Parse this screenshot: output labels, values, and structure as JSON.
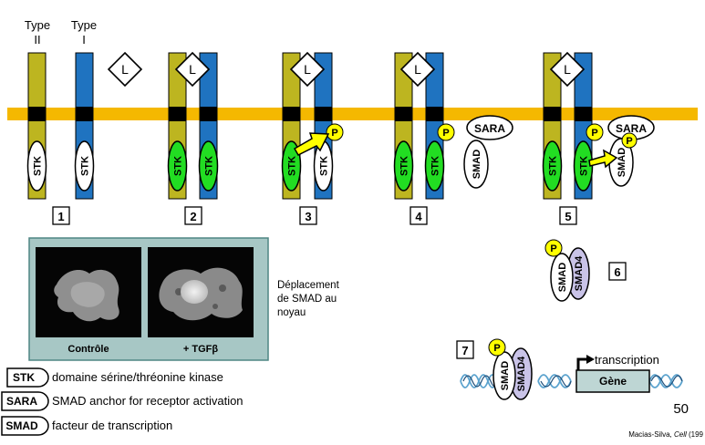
{
  "colors": {
    "membrane": "#F5B800",
    "type_ii": "#BDB520",
    "type_i": "#1F73C0",
    "stk_active": "#22DD22",
    "phospho": "#FFFF00",
    "smad4": "#C9C3E8",
    "panel_bg": "#A7C7C5",
    "gene_box": "#BED6D4"
  },
  "header": {
    "type_ii": [
      "Type",
      "II"
    ],
    "type_i": [
      "Type",
      "I"
    ]
  },
  "labels": {
    "ligand": "L",
    "stk": "STK",
    "phospho": "P",
    "sara": "SARA",
    "smad": "SMAD",
    "smad4": "SMAD4"
  },
  "steps": [
    "1",
    "2",
    "3",
    "4",
    "5",
    "6",
    "7"
  ],
  "micrograph": {
    "caption_left": "Contrôle",
    "caption_right": "+ TGFβ"
  },
  "translocation_note": [
    "Déplacement",
    "de SMAD au",
    "noyau"
  ],
  "legend": [
    {
      "abbr": "STK",
      "text": "domaine sérine/thréonine kinase"
    },
    {
      "abbr": "SARA",
      "text": "SMAD anchor for receptor activation"
    },
    {
      "abbr": "SMAD",
      "text": "facteur de transcription"
    }
  ],
  "gene": {
    "transcription": "transcription",
    "name": "Gène"
  },
  "slide_number": "50",
  "citation": {
    "author": "Macias-Silva, ",
    "journal": "Cell",
    "year": " (199"
  }
}
